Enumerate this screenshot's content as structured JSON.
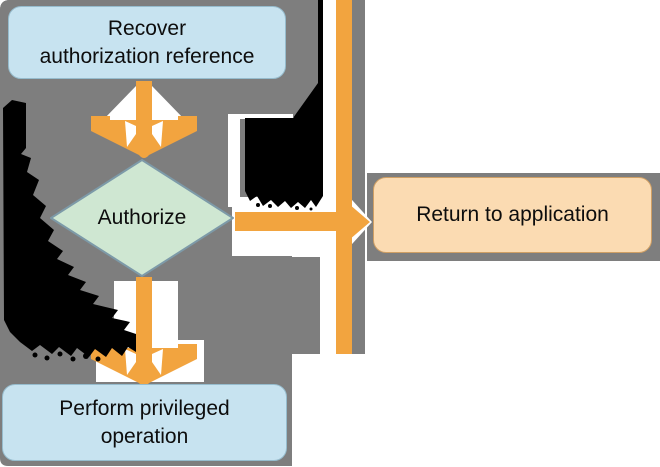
{
  "figure": {
    "type": "flowchart",
    "nodes": {
      "recover": {
        "label": "Recover\nauthorization reference",
        "shape": "rounded-rect",
        "fill": "#c7e3f0"
      },
      "authorize": {
        "label": "Authorize",
        "shape": "diamond",
        "fill": "#cfe7d2"
      },
      "return": {
        "label": "Return to application",
        "shape": "rounded-rect",
        "fill": "#fbdbb2"
      },
      "perform": {
        "label": "Perform privileged\noperation",
        "shape": "rounded-rect",
        "fill": "#c7e3f0"
      }
    },
    "edges": [
      {
        "from": "recover",
        "to": "authorize",
        "style": "ribbon-arrow-down"
      },
      {
        "from": "authorize",
        "to": "return",
        "style": "elbow-arrow-right"
      },
      {
        "from": "authorize",
        "to": "perform",
        "style": "ribbon-arrow-down"
      }
    ],
    "annotations": [
      {
        "type": "scribble",
        "area": "left-edge-and-lower-left"
      },
      {
        "type": "scribble",
        "area": "right-of-recover-box"
      }
    ],
    "colors": {
      "panel_gray": "#7e7e7e",
      "arrow_orange": "#f2a43f",
      "halo_white": "#ffffff",
      "scribble_black": "#000000",
      "process_blue": "#c7e3f0",
      "decision_green": "#cfe7d2",
      "terminal_peach": "#fbdbb2"
    }
  }
}
